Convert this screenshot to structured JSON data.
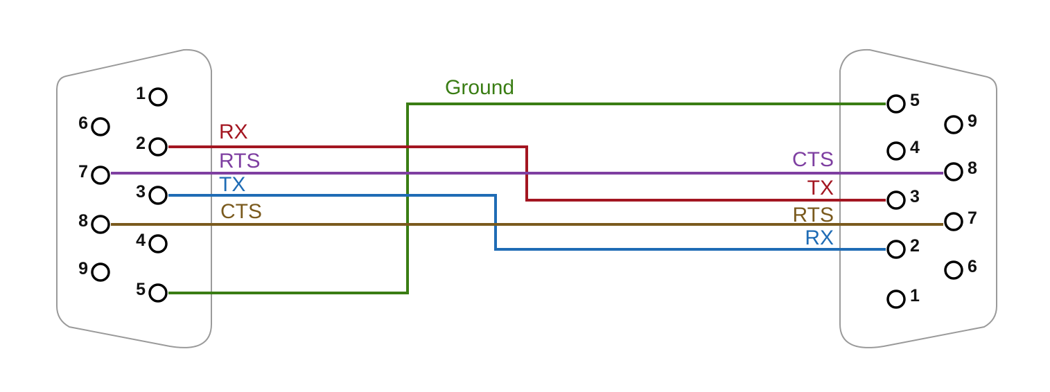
{
  "colors": {
    "ground": "#3a7d14",
    "rx_tx": "#a31621",
    "rts_cts": "#7e3fa1",
    "tx_rx": "#1f6cb5",
    "cts_rts": "#7a5a1e"
  },
  "wires": [
    {
      "name": "ground",
      "left": {
        "pin": "5",
        "label": ""
      },
      "right": {
        "pin": "5",
        "label": ""
      },
      "label": "Ground",
      "color_key": "ground"
    },
    {
      "name": "rx-to-tx",
      "left": {
        "pin": "2",
        "label": "RX"
      },
      "right": {
        "pin": "3",
        "label": "TX"
      },
      "label": "",
      "color_key": "rx_tx"
    },
    {
      "name": "rts-to-cts",
      "left": {
        "pin": "7",
        "label": "RTS"
      },
      "right": {
        "pin": "8",
        "label": "CTS"
      },
      "label": "",
      "color_key": "rts_cts"
    },
    {
      "name": "tx-to-rx",
      "left": {
        "pin": "3",
        "label": "TX"
      },
      "right": {
        "pin": "2",
        "label": "RX"
      },
      "label": "",
      "color_key": "tx_rx"
    },
    {
      "name": "cts-to-rts",
      "left": {
        "pin": "8",
        "label": "CTS"
      },
      "right": {
        "pin": "7",
        "label": "RTS"
      },
      "label": "",
      "color_key": "cts_rts"
    }
  ],
  "left_connector": {
    "pins": [
      "1",
      "2",
      "3",
      "4",
      "5",
      "6",
      "7",
      "8",
      "9"
    ]
  },
  "right_connector": {
    "pins": [
      "1",
      "2",
      "3",
      "4",
      "5",
      "6",
      "7",
      "8",
      "9"
    ]
  }
}
